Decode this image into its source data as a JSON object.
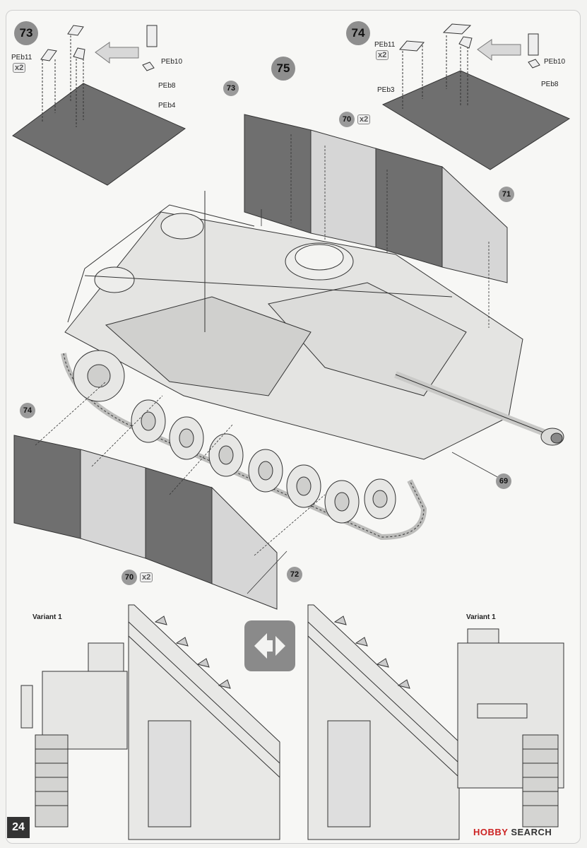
{
  "page": {
    "number": "24"
  },
  "steps": {
    "s73": "73",
    "s74": "74",
    "s75": "75"
  },
  "parts": {
    "peb11_a": "PEb11",
    "peb10_a": "PEb10",
    "peb8_a": "PEb8",
    "peb4": "PEb4",
    "peb11_b": "PEb11",
    "peb10_b": "PEb10",
    "peb8_b": "PEb8",
    "peb3": "PEb3"
  },
  "quantities": {
    "q_a": "x2",
    "q_b": "x2",
    "q_70a": "x2",
    "q_70b": "x2"
  },
  "callouts": {
    "c73": "73",
    "c70a": "70",
    "c71": "71",
    "c69": "69",
    "c74": "74",
    "c70b": "70",
    "c72": "72"
  },
  "variants": {
    "left": "Variant 1",
    "right": "Variant 1"
  },
  "watermark": {
    "brand": "HOBBY",
    "suffix": "SEARCH"
  },
  "colors": {
    "dark_panel": "#6f6f6f",
    "light_panel": "#d6d6d6",
    "step_circle": "#8e8e8e",
    "callout_circle": "#9a9a9a",
    "sign": "#8a8a8a"
  }
}
